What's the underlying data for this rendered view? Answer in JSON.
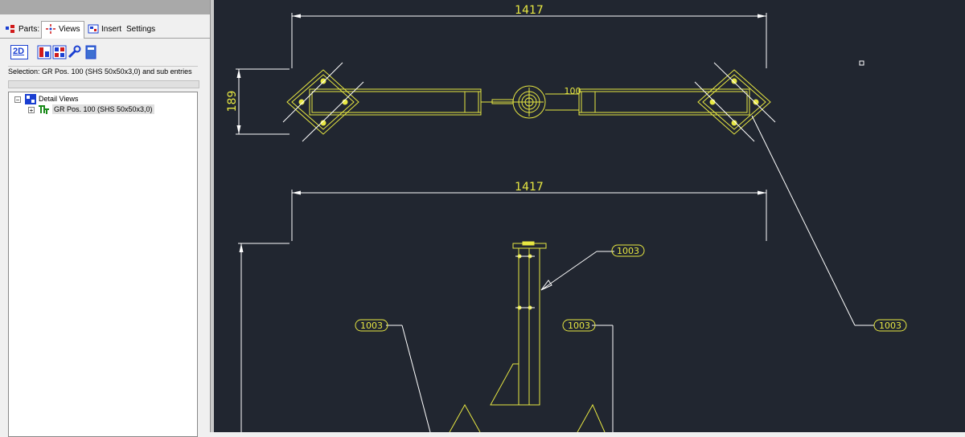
{
  "left_panel": {
    "tabs": [
      {
        "label": "Parts:",
        "icon": "parts-icon"
      },
      {
        "label": "Views",
        "icon": "views-icon",
        "active": true
      },
      {
        "label": "Insert",
        "icon": "insert-icon"
      },
      {
        "label": "Settings",
        "icon": ""
      }
    ],
    "toolbar": {
      "btn_2d": "2D",
      "icons": [
        "view-layout-icon",
        "detail-view-icon",
        "wrench-icon",
        "sheet-icon"
      ]
    },
    "selection_text": "Selection: GR Pos. 100 (SHS 50x50x3,0) and sub entries",
    "tree": {
      "root_label": "Detail Views",
      "root_expander": "−",
      "child_label": "GR Pos. 100 (SHS 50x50x3,0)",
      "child_expander": "+"
    }
  },
  "drawing": {
    "top_width_dim": "1417",
    "height_dim": "189",
    "beam_pos_label": "100",
    "second_width_dim": "1417",
    "balloons": [
      "1003",
      "1003",
      "1003",
      "1003"
    ],
    "colors": {
      "background": "#212630",
      "geometry": "#e8e842",
      "dimensions": "#ffffff"
    }
  }
}
